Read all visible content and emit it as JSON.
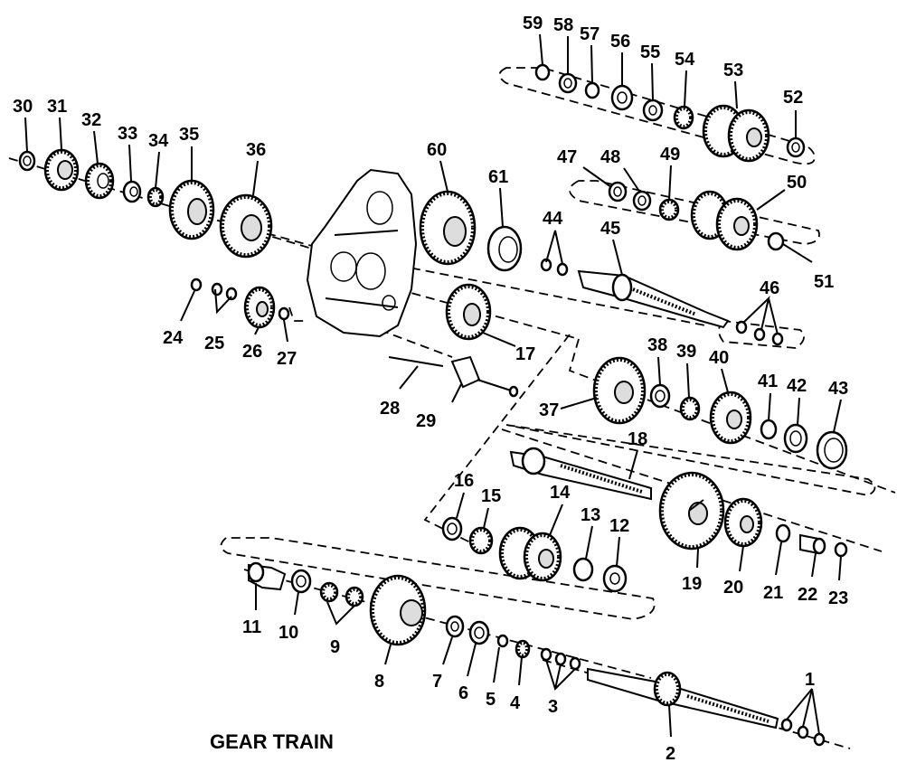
{
  "caption": "GEAR TRAIN",
  "part_labels": [
    "1",
    "2",
    "3",
    "4",
    "5",
    "6",
    "7",
    "8",
    "9",
    "10",
    "11",
    "12",
    "13",
    "14",
    "15",
    "16",
    "17",
    "18",
    "19",
    "20",
    "21",
    "22",
    "23",
    "24",
    "25",
    "26",
    "27",
    "28",
    "29",
    "30",
    "31",
    "32",
    "33",
    "34",
    "35",
    "36",
    "37",
    "38",
    "39",
    "40",
    "41",
    "42",
    "43",
    "44",
    "45",
    "46",
    "47",
    "48",
    "49",
    "50",
    "51",
    "52",
    "53",
    "54",
    "55",
    "56",
    "57",
    "58",
    "59",
    "60",
    "61"
  ]
}
